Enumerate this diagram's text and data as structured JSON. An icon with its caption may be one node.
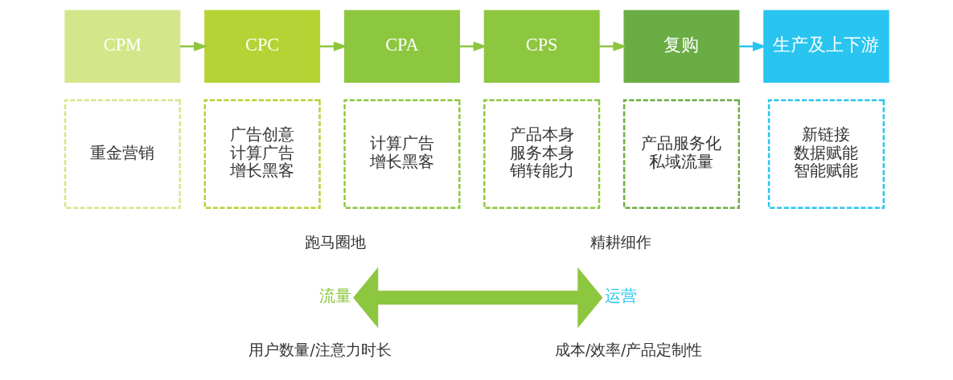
{
  "diagram": {
    "nodes": [
      {
        "text": [
          "CPM"
        ]
      },
      {
        "text": [
          "CPC"
        ]
      },
      {
        "text": [
          "CPA"
        ]
      },
      {
        "text": [
          "CPS"
        ]
      },
      {
        "text": [
          "复购"
        ]
      },
      {
        "text": [
          "生产及上下游"
        ]
      },
      {
        "text": [
          "重金营销"
        ]
      },
      {
        "text": [
          "广告创意",
          "计算广告",
          "增长黑客"
        ]
      },
      {
        "text": [
          "计算广告",
          "增长黑客"
        ]
      },
      {
        "text": [
          "产品本身",
          "服务本身",
          "销转能力"
        ]
      },
      {
        "text": [
          "产品服务化",
          "私域流量"
        ]
      },
      {
        "text": [
          "新链接",
          "数据赋能",
          "智能赋能"
        ]
      },
      {
        "text": [
          "流量"
        ]
      },
      {
        "text": [
          "运营"
        ]
      }
    ],
    "edges": [
      {
        "from": 0,
        "to": 1,
        "arrow": "to"
      },
      {
        "from": 1,
        "to": 2,
        "arrow": "to"
      },
      {
        "from": 2,
        "to": 3,
        "arrow": "to"
      },
      {
        "from": 3,
        "to": 4,
        "arrow": "to"
      },
      {
        "from": 4,
        "to": 5,
        "arrow": "to",
        "color": "#29c5f0"
      },
      {
        "from": 12,
        "to": 13,
        "arrow": "both",
        "style": "thick"
      }
    ],
    "labels": [
      "跑马圈地",
      "精耕细作",
      "用户数量/注意力时长",
      "成本/效率/产品定制性"
    ]
  }
}
